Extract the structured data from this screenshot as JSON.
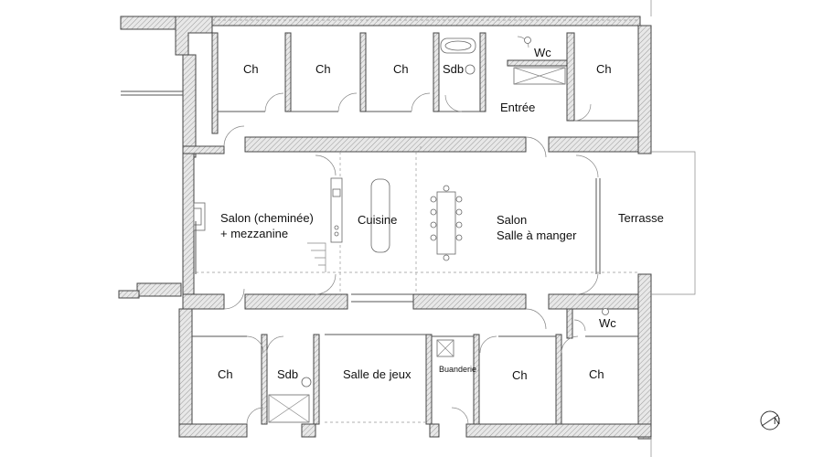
{
  "rooms": {
    "ch1": "Ch",
    "ch2": "Ch",
    "ch3": "Ch",
    "sdb_top": "Sdb",
    "wc_top": "Wc",
    "ch_top_right": "Ch",
    "entree": "Entrée",
    "salon_line1": "Salon (cheminée)",
    "salon_line2": "+ mezzanine",
    "cuisine": "Cuisine",
    "salon2_line1": "Salon",
    "salon2_line2": "Salle à manger",
    "terrasse": "Terrasse",
    "wc_bottom": "Wc",
    "ch_bottom_left": "Ch",
    "sdb_bottom": "Sdb",
    "salle_de_jeux": "Salle de jeux",
    "buanderie": "Buanderie",
    "ch_bottom_mid": "Ch",
    "ch_bottom_right": "Ch"
  },
  "compass": {
    "label": "N"
  },
  "icons": {
    "compass": "north-arrow-icon"
  }
}
